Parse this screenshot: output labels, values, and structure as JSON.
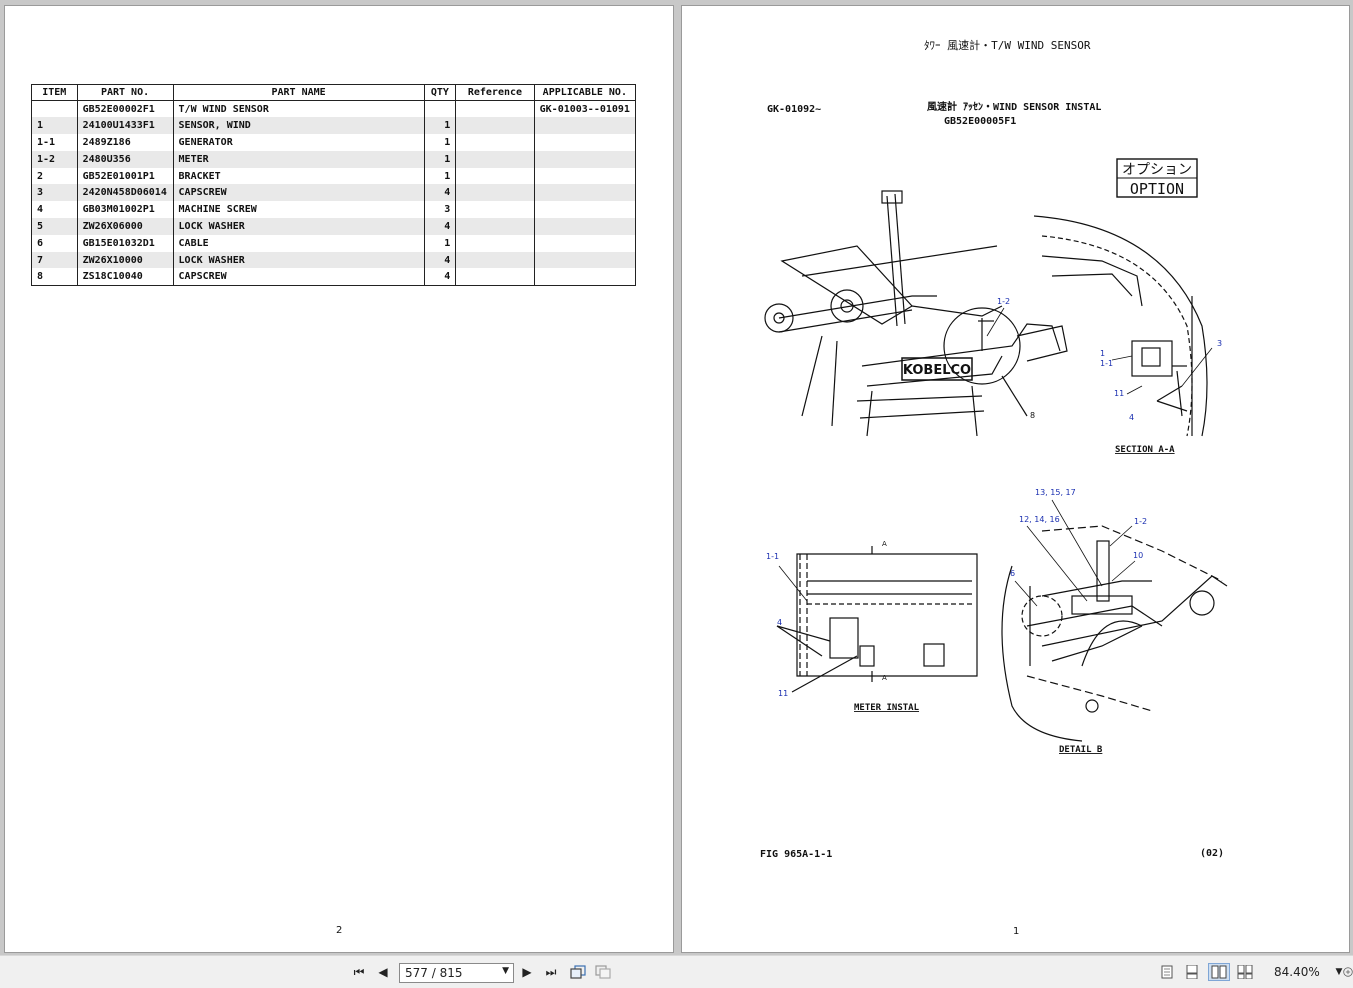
{
  "left_page": {
    "table": {
      "headers": [
        "ITEM",
        "PART NO.",
        "PART NAME",
        "QTY",
        "Reference",
        "APPLICABLE NO."
      ],
      "rows": [
        {
          "item": "",
          "part_no": "GB52E00002F1",
          "part_name": "T/W WIND SENSOR",
          "qty": "",
          "reference": "",
          "applicable": "GK-01003--01091"
        },
        {
          "item": "1",
          "part_no": "24100U1433F1",
          "part_name": "SENSOR, WIND",
          "qty": "1",
          "reference": "",
          "applicable": ""
        },
        {
          "item": "1-1",
          "part_no": "2489Z186",
          "part_name": "GENERATOR",
          "qty": "1",
          "reference": "",
          "applicable": ""
        },
        {
          "item": "1-2",
          "part_no": "2480U356",
          "part_name": "METER",
          "qty": "1",
          "reference": "",
          "applicable": ""
        },
        {
          "item": "2",
          "part_no": "GB52E01001P1",
          "part_name": "BRACKET",
          "qty": "1",
          "reference": "",
          "applicable": ""
        },
        {
          "item": "3",
          "part_no": "2420N458D06014",
          "part_name": "CAPSCREW",
          "qty": "4",
          "reference": "",
          "applicable": ""
        },
        {
          "item": "4",
          "part_no": "GB03M01002P1",
          "part_name": "MACHINE SCREW",
          "qty": "3",
          "reference": "",
          "applicable": ""
        },
        {
          "item": "5",
          "part_no": "ZW26X06000",
          "part_name": "LOCK WASHER",
          "qty": "4",
          "reference": "",
          "applicable": ""
        },
        {
          "item": "6",
          "part_no": "GB15E01032D1",
          "part_name": "CABLE",
          "qty": "1",
          "reference": "",
          "applicable": ""
        },
        {
          "item": "7",
          "part_no": "ZW26X10000",
          "part_name": "LOCK WASHER",
          "qty": "4",
          "reference": "",
          "applicable": ""
        },
        {
          "item": "8",
          "part_no": "ZS18C10040",
          "part_name": "CAPSCREW",
          "qty": "4",
          "reference": "",
          "applicable": ""
        }
      ]
    },
    "page_number": "2"
  },
  "right_page": {
    "title": "ﾀﾜｰ 風速計・T/W WIND SENSOR",
    "serial": "GK-01092~",
    "assembly_title": "風速計 ｱｯｾﾝ・WIND SENSOR INSTAL",
    "assembly_part": "GB52E00005F1",
    "option_jp": "オプション",
    "option_en": "OPTION",
    "brand": "KOBELCO",
    "callouts": {
      "c1_2_top": "1-2",
      "c1": "1",
      "c1_1": "1-1",
      "c3": "3",
      "c11": "11",
      "c4": "4",
      "c8": "8",
      "c1_1_meter": "1-1",
      "c4_meter": "4",
      "c11_meter": "11",
      "c13": "13, 15, 17",
      "c12": "12, 14, 16",
      "c1_2_detail": "1-2",
      "c10": "10",
      "c6": "6"
    },
    "section_a": "SECTION A-A",
    "arrow_a": "A",
    "meter_instal": "METER INSTAL",
    "detail_b": "DETAIL B",
    "fig": "FIG 965A-1-1",
    "rev": "(02)",
    "page_number": "1"
  },
  "toolbar": {
    "page_display": "577 / 815",
    "zoom": "84.40%"
  },
  "colors": {
    "viewer_bg": "#c8c8c8",
    "callout_blue": "#1a2fb0",
    "row_alt": "#e9e9e9"
  }
}
